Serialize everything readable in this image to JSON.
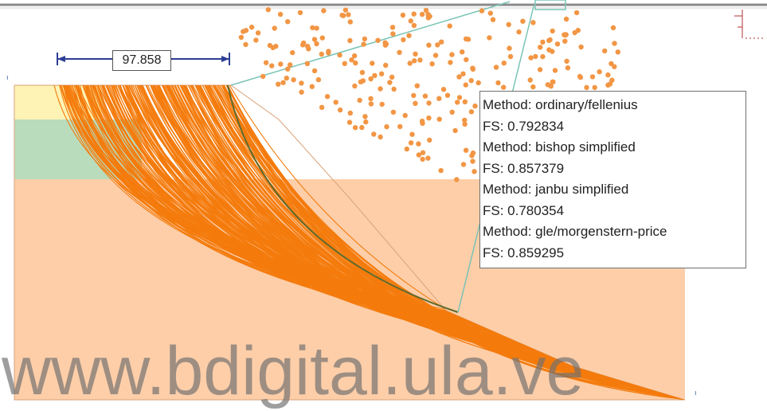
{
  "colors": {
    "layer_top": "#fef3b4",
    "layer_middle": "#b9dcbc",
    "layer_bottom": "#fdcea8",
    "slip_surface": "#f47b0c",
    "critical_surface": "#5d6a2d",
    "grid_line": "#79c4b5",
    "center_points": "#f29645",
    "dimension": "#2c3e95"
  },
  "dimension": {
    "value": "97.858"
  },
  "results": {
    "lines": [
      "Method: ordinary/fellenius",
      "FS: 0.792834",
      "Method: bishop simplified",
      "FS: 0.857379",
      "Method: janbu simplified",
      "FS: 0.780354",
      "Method: gle/morgenstern-price",
      "FS: 0.859295"
    ]
  },
  "watermark": {
    "text": "www.bdigital.ula.ve"
  }
}
